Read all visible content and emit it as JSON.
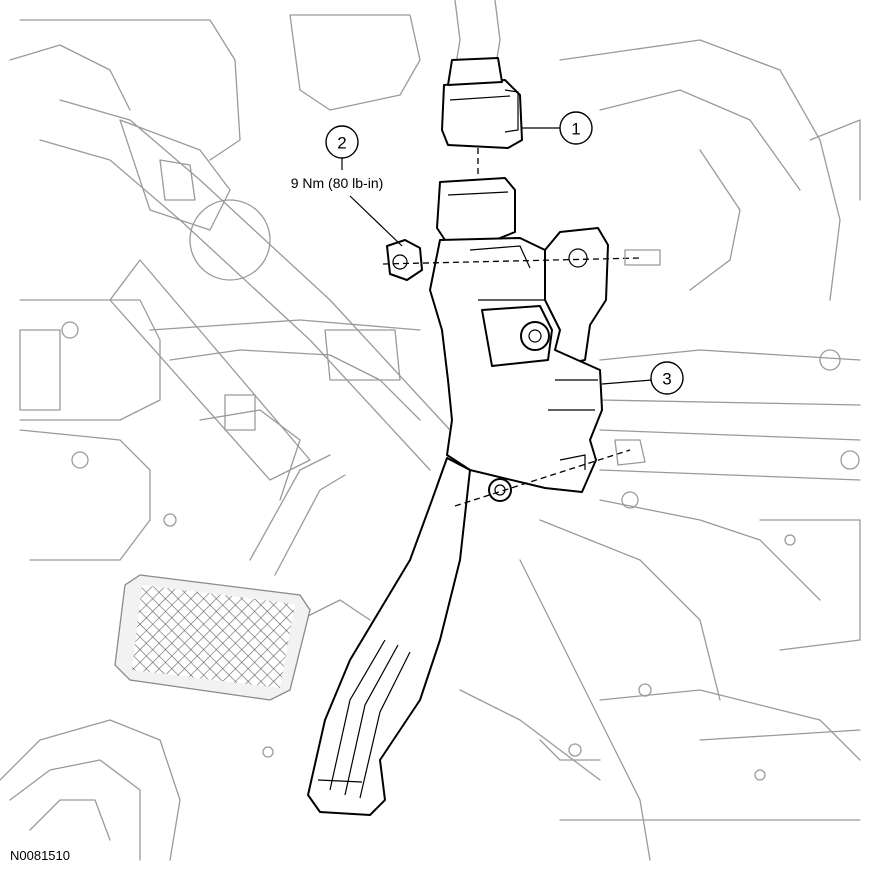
{
  "callouts": [
    {
      "number": "1",
      "part": "electrical-connector"
    },
    {
      "number": "2",
      "part": "pedal-nut"
    },
    {
      "number": "3",
      "part": "accelerator-pedal-assembly"
    }
  ],
  "torque_spec": "9 Nm (80 lb-in)",
  "figure_id": "N0081510"
}
